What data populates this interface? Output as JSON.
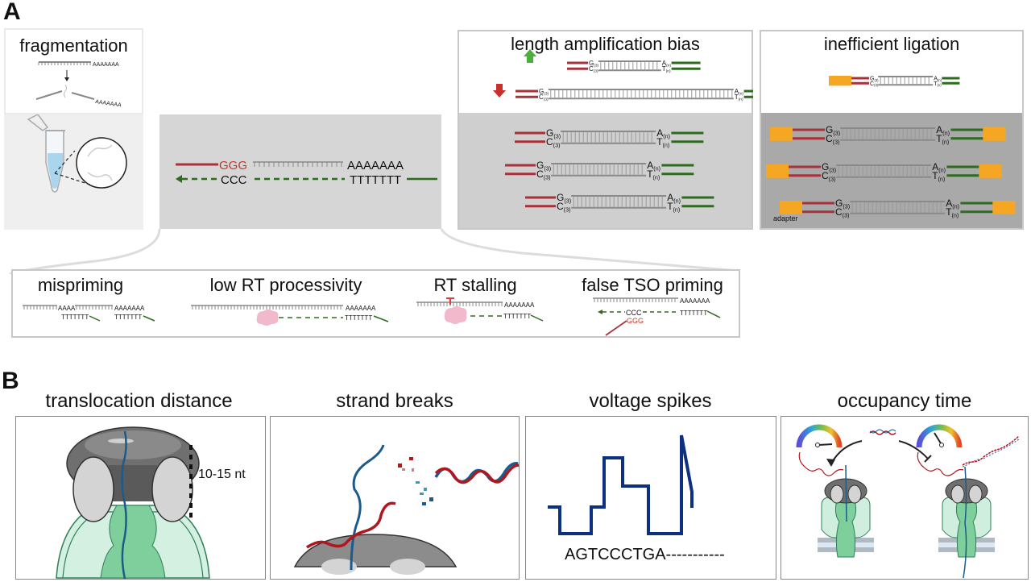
{
  "panel_a": {
    "label": "A",
    "fragmentation": {
      "title": "fragmentation",
      "poly_a": "AAAAAAA"
    },
    "tso_main": {
      "top_g": "GGG",
      "top_a": "AAAAAAA",
      "bottom_c": "CCC",
      "bottom_t": "TTTTTTT"
    },
    "length_bias": {
      "title": "length amplification bias",
      "g_label": "G",
      "c_label": "C",
      "a_label": "A",
      "t_label": "T",
      "sub3": "(3)",
      "subn": "(n)",
      "up_arrow": "arrow-up-icon",
      "down_arrow": "arrow-down-icon"
    },
    "ligation": {
      "title": "inefficient ligation",
      "adapter_label": "adapter"
    },
    "rt_artifacts": [
      {
        "title": "mispriming",
        "seq_a1": "AAAA",
        "seq_a2": "AAAAAAA",
        "seq_t": "TTTTTTT"
      },
      {
        "title": "low RT processivity",
        "seq_a": "AAAAAAA",
        "seq_t": "TTTTTTT"
      },
      {
        "title": "RT stalling",
        "seq_a": "AAAAAAA",
        "seq_t": "TTTTTTT"
      },
      {
        "title": "false TSO priming",
        "seq_a": "AAAAAAA",
        "seq_t": "TTTTTTT",
        "seq_c": "CCC",
        "seq_g": "GGG"
      }
    ]
  },
  "panel_b": {
    "label": "B",
    "cards": [
      {
        "title": "translocation distance",
        "annotation": "10-15 nt"
      },
      {
        "title": "strand breaks"
      },
      {
        "title": "voltage spikes",
        "sequence": "AGTCCCTGA-----------"
      },
      {
        "title": "occupancy time"
      }
    ]
  },
  "colors": {
    "red_strand": "#a8323a",
    "green_strand": "#2e6b1f",
    "adapter": "#f5a623",
    "dna_blue": "#0d3a8c",
    "gray_panel": "#d6d6d6",
    "dark_gray_panel": "#a9a9a9",
    "light_panel": "#efefef",
    "arrow_up": "#4caf3c",
    "arrow_down": "#c8302c"
  }
}
